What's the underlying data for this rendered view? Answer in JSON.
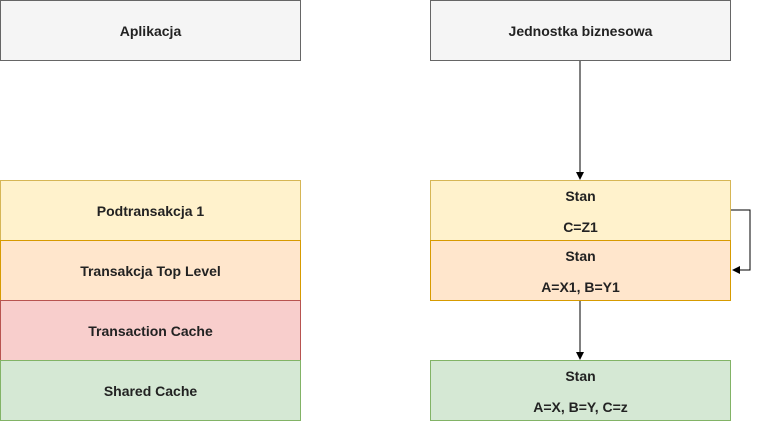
{
  "left_column": {
    "header": "Aplikacja",
    "layers": [
      {
        "label": "Podtransakcja 1",
        "color": "#fff2cc"
      },
      {
        "label": "Transakcja Top Level",
        "color": "#ffe6cc"
      },
      {
        "label": "Transaction Cache",
        "color": "#f8cecc"
      },
      {
        "label": "Shared Cache",
        "color": "#d5e8d4"
      }
    ]
  },
  "right_column": {
    "header": "Jednostka biznesowa",
    "states": [
      {
        "title": "Stan",
        "value": "C=Z1",
        "color": "#fff2cc"
      },
      {
        "title": "Stan",
        "value": "A=X1, B=Y1",
        "color": "#ffe6cc"
      },
      {
        "title": "Stan",
        "value": "A=X, B=Y, C=z",
        "color": "#d5e8d4"
      }
    ]
  }
}
